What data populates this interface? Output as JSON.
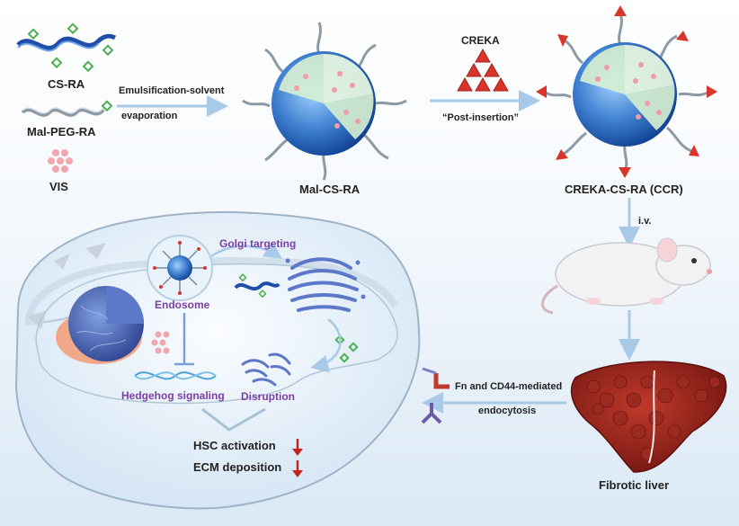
{
  "materials": {
    "cs_ra": "CS-RA",
    "mal_peg_ra": "Mal-PEG-RA",
    "vis": "VIS"
  },
  "steps": {
    "step1_line1": "Emulsification-solvent",
    "step1_line2": "evaporation",
    "creka": "CREKA",
    "post_insertion": "“Post-insertion”",
    "iv": "i.v.",
    "uptake_line1": "Fn and CD44-mediated",
    "uptake_line2": "endocytosis"
  },
  "products": {
    "mal_cs_ra": "Mal-CS-RA",
    "ccr": "CREKA-CS-RA (CCR)",
    "fibrotic_liver": "Fibrotic liver"
  },
  "cell": {
    "golgi_targeting": "Golgi targeting",
    "endosome": "Endosome",
    "hedgehog": "Hedgehog signaling",
    "disruption": "Disruption",
    "hsc_activation": "HSC activation",
    "ecm_deposition": "ECM deposition"
  },
  "colors": {
    "arrow": "#a9c9e8",
    "sphere_blue": "#3f7fd0",
    "sphere_core": "#dff0dc",
    "peptide": "#d9352b",
    "liver": "#8b1e16",
    "purple_text": "#7b3fa8",
    "down_arrow": "#c0261d"
  }
}
